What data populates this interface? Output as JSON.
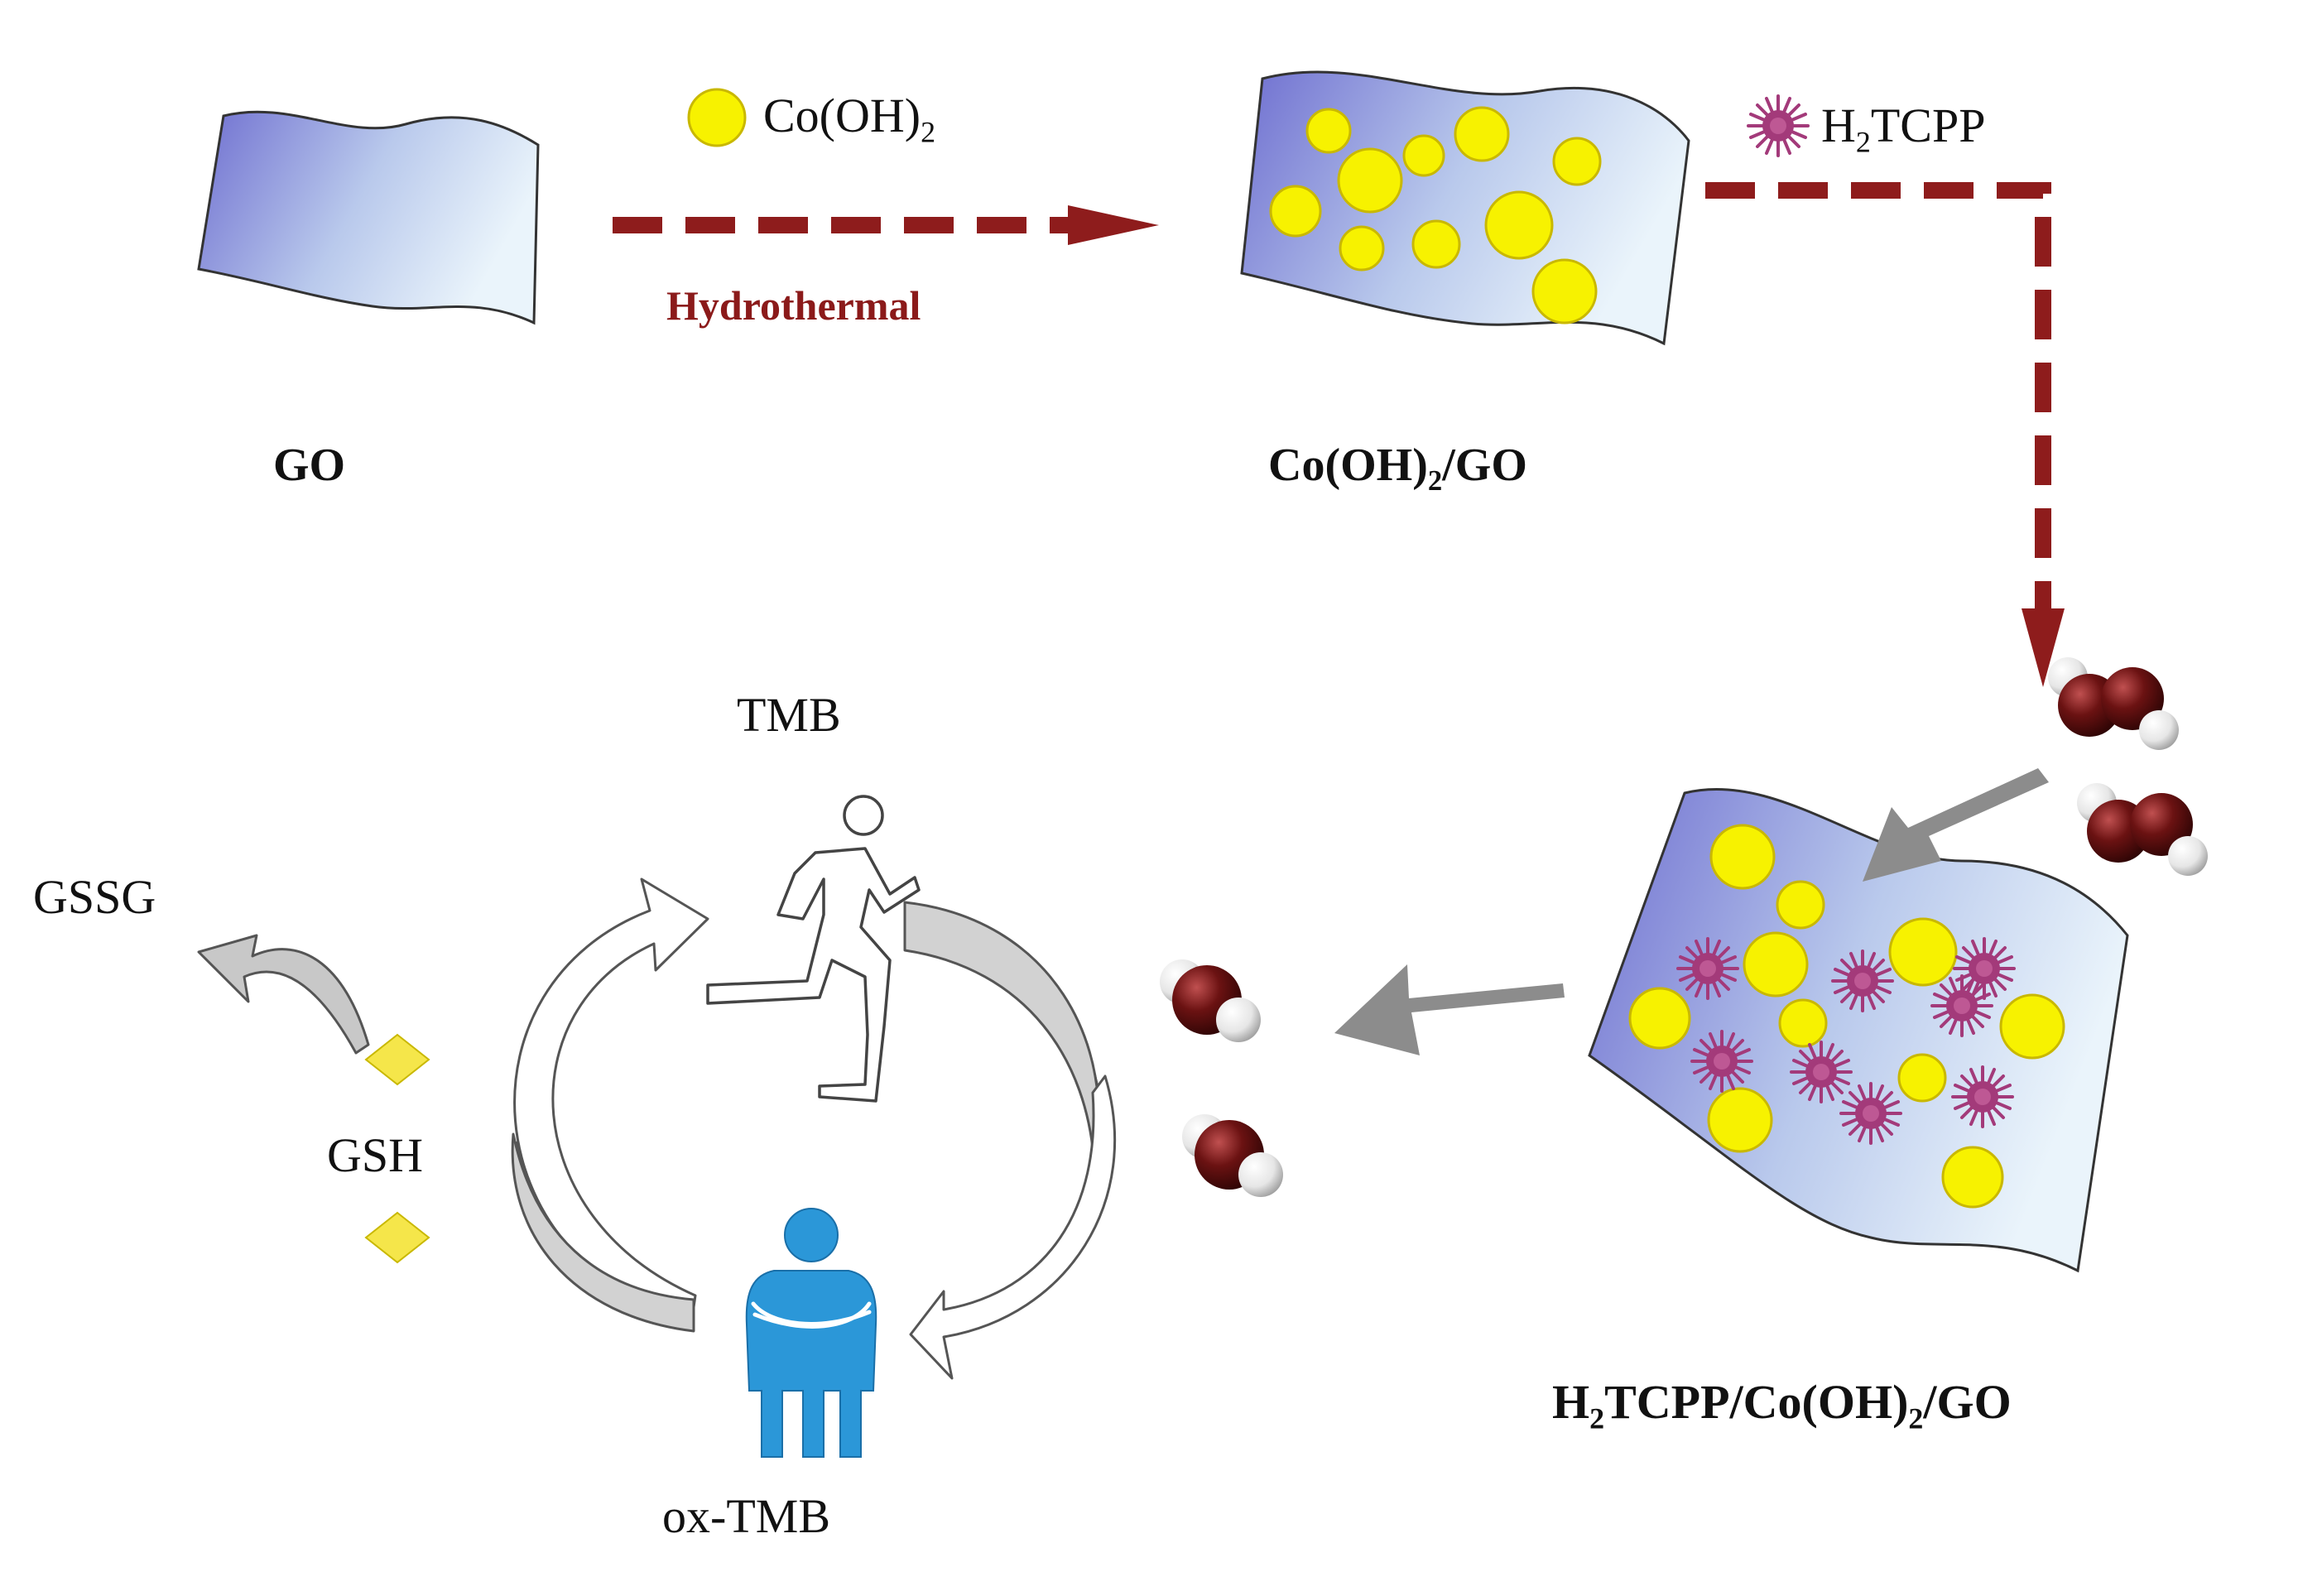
{
  "steps": {
    "reagent1": {
      "pre": "Co(OH)",
      "sub": "2",
      "post": ""
    },
    "process1": "Hydrothermal",
    "reagent2": {
      "pre": "H",
      "sub": "2",
      "post": "TCPP"
    }
  },
  "materials": {
    "go": "GO",
    "co_go": {
      "pre": "Co(OH)",
      "sub": "2",
      "post": "/GO"
    },
    "final": {
      "pre": "H",
      "sub": "2",
      "mid": "TCPP/Co(OH)",
      "sub2": "2",
      "post": "/GO"
    }
  },
  "cycle": {
    "top": "TMB",
    "bottom": "ox-TMB",
    "product": "GSSG",
    "reagent": "GSH"
  },
  "colors": {
    "sheet_dark": "#6f6fd0",
    "sheet_light": "#eaf4fb",
    "particle": "#f7f200",
    "particle_stroke": "#c9b800",
    "porphyrin": "#a33a7a",
    "dashed_arrow": "#8e1c1c",
    "gray_arrow": "#8c8c8c",
    "molecule_dark": "#5a0e0e",
    "person_blue": "#2b97d8",
    "diamond": "#f5e64a"
  }
}
